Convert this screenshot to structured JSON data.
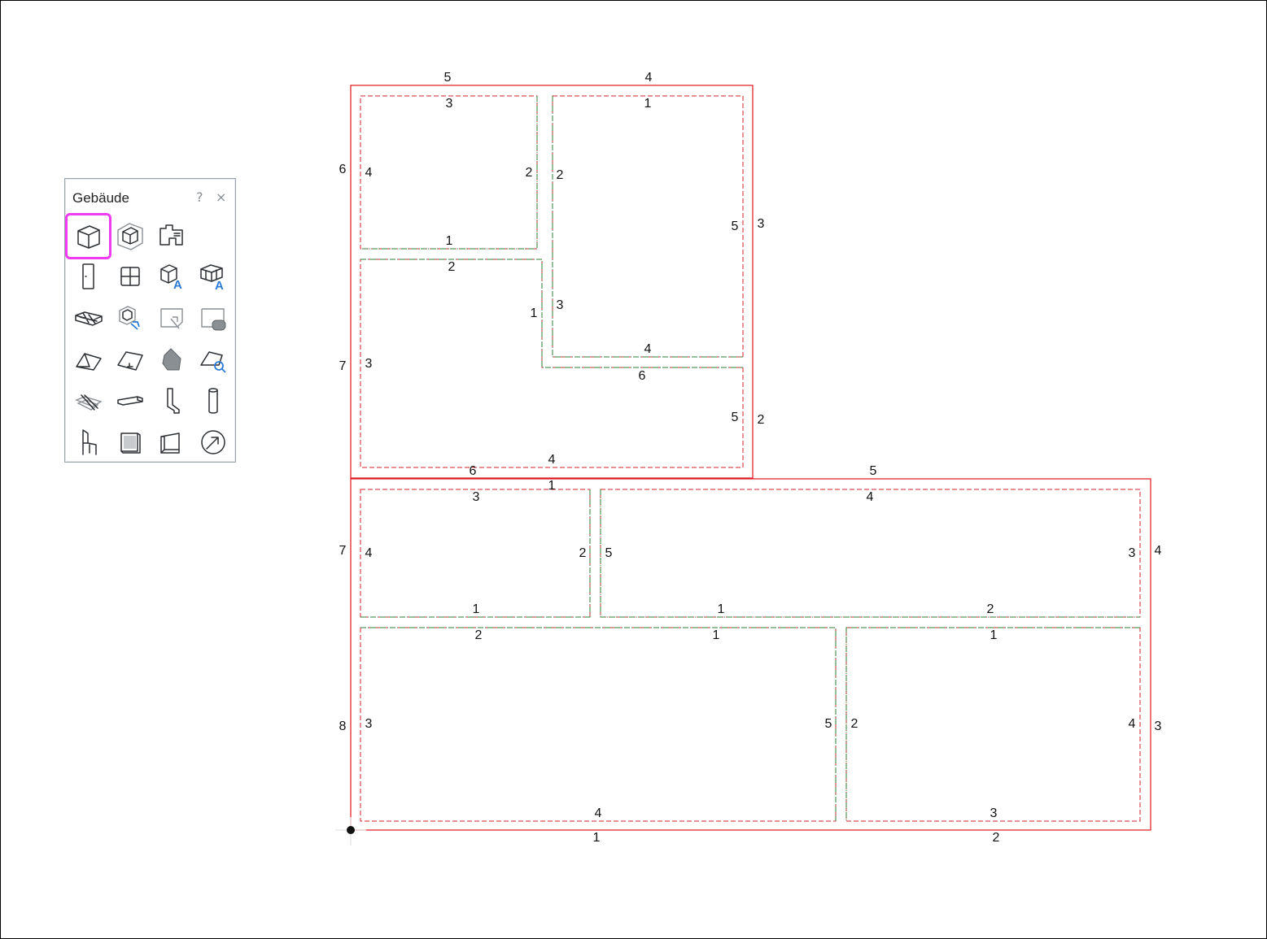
{
  "palette": {
    "title": "Gebäude",
    "help_glyph": "?",
    "close_glyph": "×",
    "tools": [
      {
        "icon": "room-box-icon",
        "selected": true
      },
      {
        "icon": "room-box-gray-icon"
      },
      {
        "icon": "floor-plan-icon"
      },
      {
        "icon": "door-icon"
      },
      {
        "icon": "window-icon"
      },
      {
        "icon": "room-label-icon"
      },
      {
        "icon": "multi-room-label-icon"
      },
      {
        "icon": "grid-tray-icon"
      },
      {
        "icon": "room-edit-icon"
      },
      {
        "icon": "area-select-icon"
      },
      {
        "icon": "area-fill-icon"
      },
      {
        "icon": "roof-icon"
      },
      {
        "icon": "slab-icon"
      },
      {
        "icon": "roof-fill-icon"
      },
      {
        "icon": "roof-search-icon"
      },
      {
        "icon": "stair-icon"
      },
      {
        "icon": "gutter-icon"
      },
      {
        "icon": "downpipe-icon"
      },
      {
        "icon": "column-icon"
      },
      {
        "icon": "chair-icon"
      },
      {
        "icon": "panel-icon"
      },
      {
        "icon": "wall-corner-icon"
      },
      {
        "icon": "circle-arrow-icon"
      }
    ]
  },
  "colors": {
    "outline": "#e0141e",
    "room_red": "#d6202a",
    "room_green": "#2e7d32",
    "palette_highlight": "#f03cf0"
  },
  "labels": {
    "upper_outline": [
      "5",
      "4",
      "6",
      "7",
      "3",
      "2",
      "6"
    ],
    "upper_room_a": [
      "3",
      "4",
      "2",
      "1"
    ],
    "upper_room_b": [
      "1",
      "2",
      "5",
      "3",
      "4"
    ],
    "upper_room_c": [
      "2",
      "1",
      "3",
      "6",
      "5",
      "4"
    ],
    "divider": "1",
    "lower_outline": [
      "5",
      "7",
      "8",
      "4",
      "3",
      "1",
      "2"
    ],
    "lower_room_a": [
      "3",
      "4",
      "2",
      "1"
    ],
    "lower_room_b": [
      "4",
      "5",
      "3",
      "1",
      "2"
    ],
    "lower_room_c": [
      "2",
      "1",
      "3",
      "5",
      "4"
    ],
    "lower_room_d": [
      "1",
      "2",
      "4",
      "3"
    ]
  }
}
